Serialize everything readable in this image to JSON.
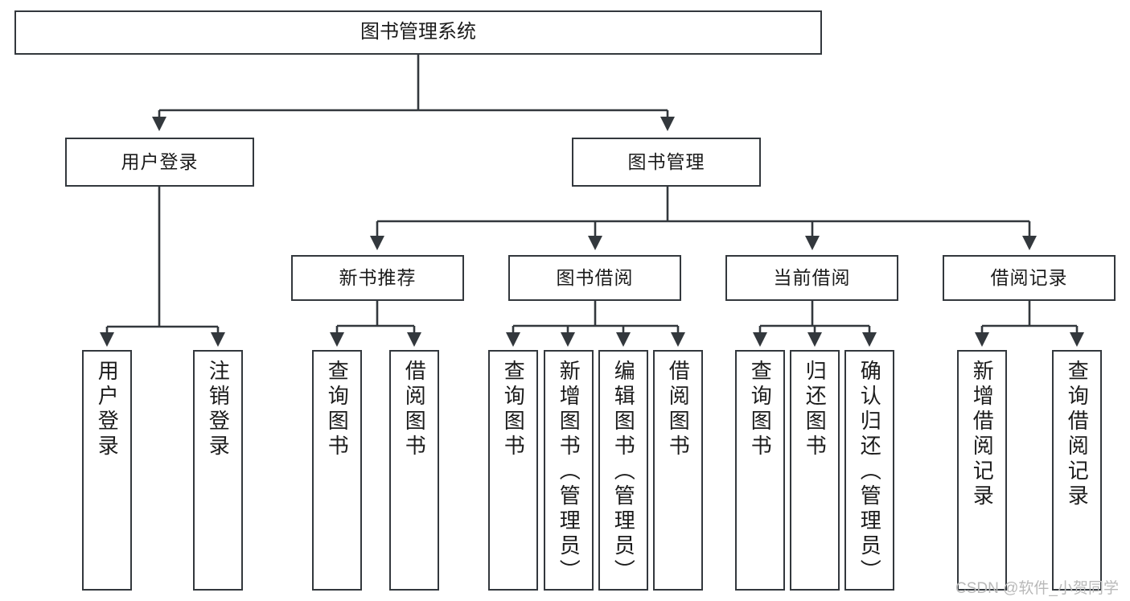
{
  "diagram": {
    "title": "图书管理系统",
    "type": "tree-hierarchy-chart",
    "colors": {
      "stroke": "#33383d",
      "fill": "#ffffff",
      "text": "#1b1b1b",
      "watermark": "#b9b9b9"
    },
    "levels": {
      "root": {
        "label": "图书管理系统"
      },
      "level2": [
        {
          "label": "用户登录"
        },
        {
          "label": "图书管理"
        }
      ],
      "level3": [
        {
          "label": "新书推荐"
        },
        {
          "label": "图书借阅"
        },
        {
          "label": "当前借阅"
        },
        {
          "label": "借阅记录"
        }
      ],
      "leaves": {
        "user_login": [
          {
            "label": "用户登录"
          },
          {
            "label": "注销登录"
          }
        ],
        "new_book_recommend": [
          {
            "label": "查询图书"
          },
          {
            "label": "借阅图书"
          }
        ],
        "book_borrow": [
          {
            "label": "查询图书"
          },
          {
            "label": "新增图书（管理员）"
          },
          {
            "label": "编辑图书（管理员）"
          },
          {
            "label": "借阅图书"
          }
        ],
        "current_borrow": [
          {
            "label": "查询图书"
          },
          {
            "label": "归还图书"
          },
          {
            "label": "确认归还（管理员）"
          }
        ],
        "borrow_record": [
          {
            "label": "新增借阅记录"
          },
          {
            "label": "查询借阅记录"
          }
        ]
      }
    }
  },
  "watermark": {
    "text": "CSDN @软件_小贺同学"
  }
}
